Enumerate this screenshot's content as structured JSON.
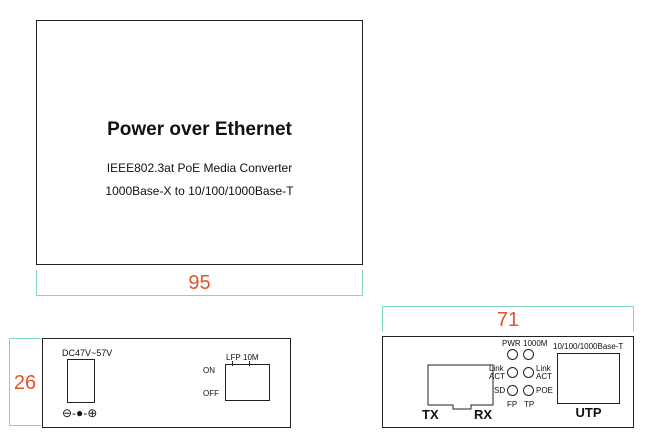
{
  "top_panel": {
    "title": "Power over Ethernet",
    "line1": "IEEE802.3at PoE Media Converter",
    "line2": "1000Base-X to 10/100/1000Base-T",
    "width_label": "95"
  },
  "power_panel": {
    "height_label": "26",
    "dc_label": "DC47V~57V",
    "dip_lfp": "LFP",
    "dip_10m": "10M",
    "dip_on": "ON",
    "dip_off": "OFF"
  },
  "port_panel": {
    "width_label": "71",
    "tx": "TX",
    "rx": "RX",
    "pwr": "PWR",
    "m1000": "1000M",
    "link_left": "Link",
    "act_left": "ACT",
    "link_right": "Link",
    "act_right": "ACT",
    "sd": "SD",
    "poe": "POE",
    "fp": "FP",
    "tp": "TP",
    "utp_label": "10/100/1000Base-T",
    "utp": "UTP"
  },
  "colors": {
    "dimension_line": "#7fd7c8",
    "dimension_text": "#e8502a"
  }
}
